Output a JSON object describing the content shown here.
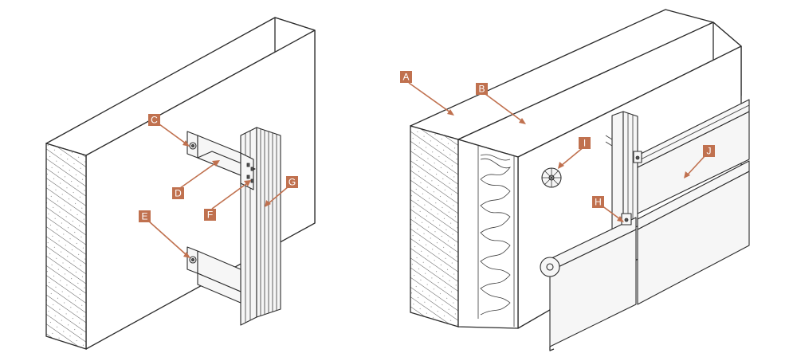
{
  "labels": {
    "A": "A",
    "B": "B",
    "C": "C",
    "D": "D",
    "E": "E",
    "F": "F",
    "G": "G",
    "H": "H",
    "I": "I",
    "J": "J"
  },
  "colors": {
    "label_fill": "#c0714f",
    "label_text": "#ffffff",
    "line": "#2b2b2b"
  }
}
